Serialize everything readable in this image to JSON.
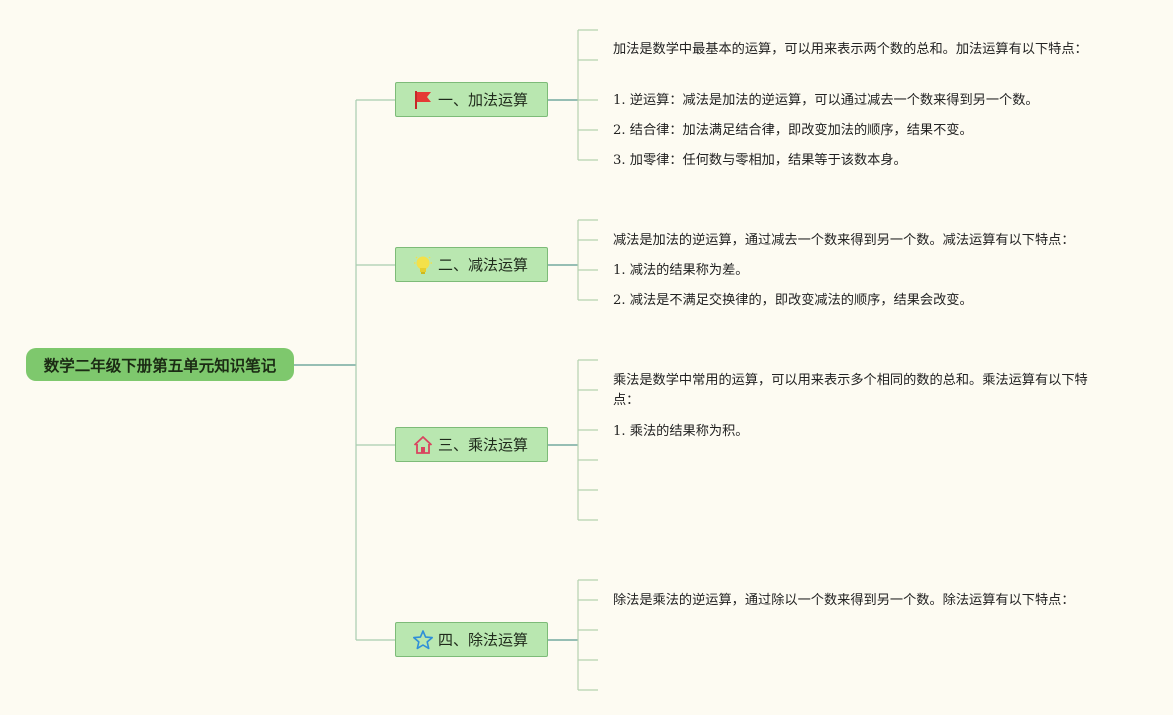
{
  "root": {
    "label": "数学二年级下册第五单元知识笔记"
  },
  "branches": [
    {
      "label": "一、加法运算",
      "icon": "red-flag-icon",
      "notes": [
        "加法是数学中最基本的运算，可以用来表示两个数的总和。加法运算有以下特点：",
        "1. 逆运算：减法是加法的逆运算，可以通过减去一个数来得到另一个数。",
        "2. 结合律：加法满足结合律，即改变加法的顺序，结果不变。",
        "3. 加零律：任何数与零相加，结果等于该数本身。"
      ]
    },
    {
      "label": "二、减法运算",
      "icon": "lightbulb-icon",
      "notes": [
        "减法是加法的逆运算，通过减去一个数来得到另一个数。减法运算有以下特点：",
        "1. 减法的结果称为差。",
        "2. 减法是不满足交换律的，即改变减法的顺序，结果会改变。"
      ]
    },
    {
      "label": "三、乘法运算",
      "icon": "house-icon",
      "notes": [
        "乘法是数学中常用的运算，可以用来表示多个相同的数的总和。乘法运算有以下特点：",
        "1. 乘法的结果称为积。"
      ]
    },
    {
      "label": "四、除法运算",
      "icon": "star-icon",
      "notes": [
        "除法是乘法的逆运算，通过除以一个数来得到另一个数。除法运算有以下特点："
      ]
    }
  ],
  "colors": {
    "background": "#fdfbf2",
    "root_fill": "#7ec86d",
    "topic_fill": "#b9e7b0",
    "topic_border": "#7dbb78",
    "main_connector": "#5a9a8f",
    "sub_connector": "#b6d2b0"
  }
}
